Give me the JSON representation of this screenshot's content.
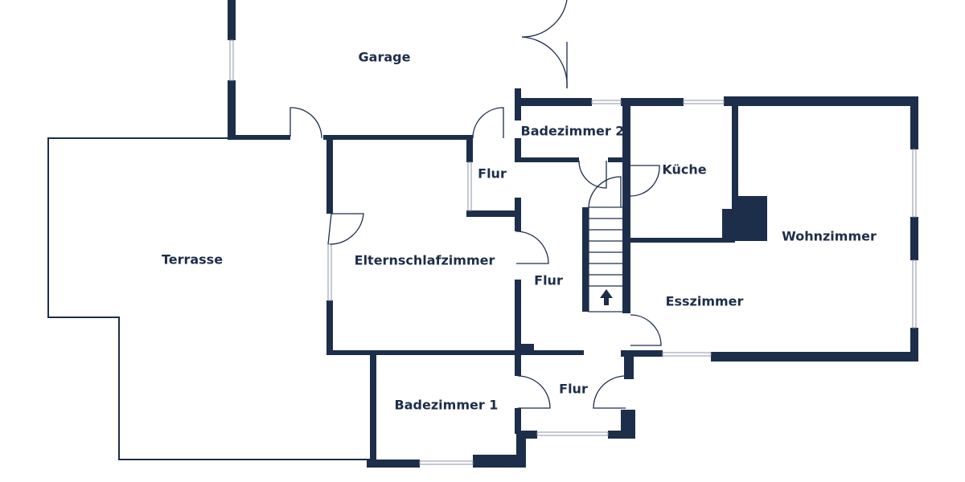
{
  "rooms": {
    "garage": "Garage",
    "terrasse": "Terrasse",
    "elternschlafzimmer": "Elternschlafzimmer",
    "badezimmer_2": "Badezimmer 2",
    "flur_upper": "Flur",
    "flur_middle": "Flur",
    "flur_lower": "Flur",
    "kueche": "Küche",
    "wohnzimmer": "Wohnzimmer",
    "esszimmer": "Esszimmer",
    "badezimmer_1": "Badezimmer 1"
  },
  "colors": {
    "wall": "#1c2e4a",
    "window": "#8c96a6",
    "background": "#ffffff"
  },
  "icons": {
    "stair_direction": "arrow-up-icon"
  }
}
